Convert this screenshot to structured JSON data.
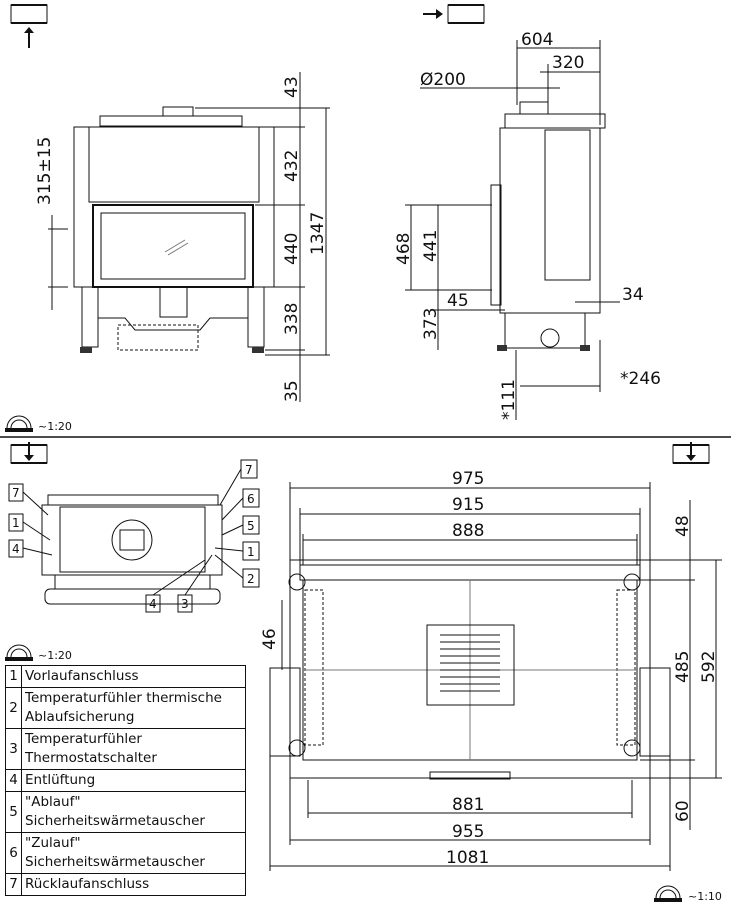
{
  "front_view": {
    "scale": "~1:20",
    "dimensions": {
      "top_flue": "43",
      "upper": "432",
      "door": "440",
      "legs": "338",
      "feet": "35",
      "total_height": "1347",
      "handle_height": "315±15"
    }
  },
  "side_view": {
    "dimensions": {
      "depth": "604",
      "flue_offset": "320",
      "flue_diameter": "Ø200",
      "h468": "468",
      "h441": "441",
      "d45": "45",
      "d34": "34",
      "h373": "373",
      "h111": "*111",
      "d246": "*246"
    }
  },
  "top_view_small": {
    "scale": "~1:20",
    "callouts": [
      "7",
      "1",
      "4",
      "7",
      "6",
      "5",
      "1",
      "2",
      "4",
      "3"
    ]
  },
  "top_view_large": {
    "scale": "~1:10",
    "dimensions": {
      "w975": "975",
      "w915": "915",
      "w888": "888",
      "d48": "48",
      "d46": "46",
      "d485": "485",
      "d592": "592",
      "w881": "881",
      "w955": "955",
      "w1081": "1081",
      "d60": "60"
    }
  },
  "legend": [
    {
      "num": "1",
      "label": "Vorlaufanschluss"
    },
    {
      "num": "2",
      "label": "Temperaturfühler thermische Ablaufsicherung"
    },
    {
      "num": "3",
      "label": "Temperaturfühler Thermostatschalter"
    },
    {
      "num": "4",
      "label": "Entlüftung"
    },
    {
      "num": "5",
      "label": "\"Ablauf\" Sicherheitswärmetauscher"
    },
    {
      "num": "6",
      "label": "\"Zulauf\" Sicherheitswärmetauscher"
    },
    {
      "num": "7",
      "label": "Rücklaufanschluss"
    }
  ]
}
